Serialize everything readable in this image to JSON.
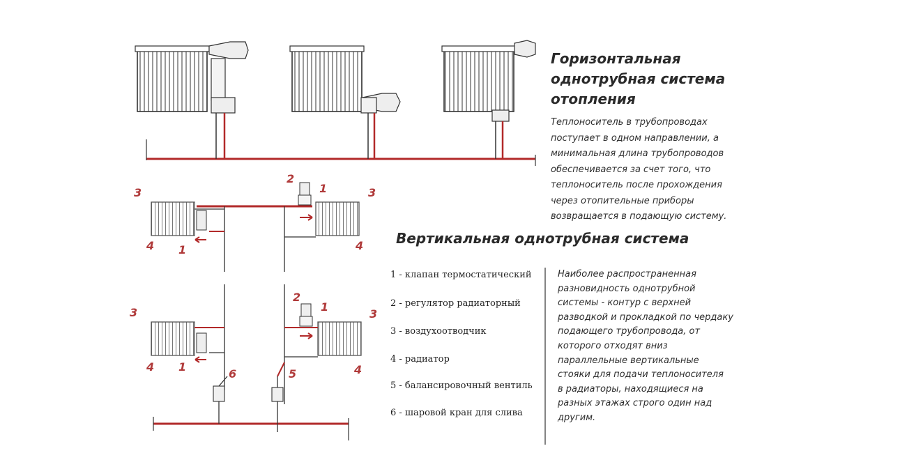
{
  "horizontal": {
    "title_lines": [
      "Горизонтальная",
      "однотрубная система",
      "отопления"
    ],
    "description_lines": [
      "Теплоноситель в трубопроводах",
      "поступает в одном направлении, а",
      "минимальная длина трубопроводов",
      "обеспечивается за счет того, что",
      "теплоноситель после прохождения",
      "через отопительные приборы",
      "возвращается в подающую систему."
    ]
  },
  "vertical": {
    "title": "Вертикальная однотрубная система",
    "legend": [
      "1 - клапан термостатический",
      "2 - регулятор радиаторный",
      "3 - воздухоотводчик",
      "4 - радиатор",
      "5 - балансировочный вентиль",
      "6 - шаровой кран для слива"
    ],
    "description_lines": [
      "Наиболее распространенная",
      "разновидность однотрубной",
      "системы - контур с верхней",
      "разводкой и прокладкой по чердаку",
      "подающего трубопровода, от",
      "которого отходят вниз",
      "параллельные вертикальные",
      "стояки для подачи теплоносителя",
      "в радиаторы, находящиеся на",
      "разных этажах строго один над",
      "другим."
    ]
  },
  "callouts": [
    "1",
    "2",
    "3",
    "4",
    "5",
    "6"
  ],
  "colors": {
    "pipe_supply": "#b22a2a",
    "pipe_line": "#333333",
    "number_label": "#b03a3a",
    "text": "#2e2e2e"
  }
}
